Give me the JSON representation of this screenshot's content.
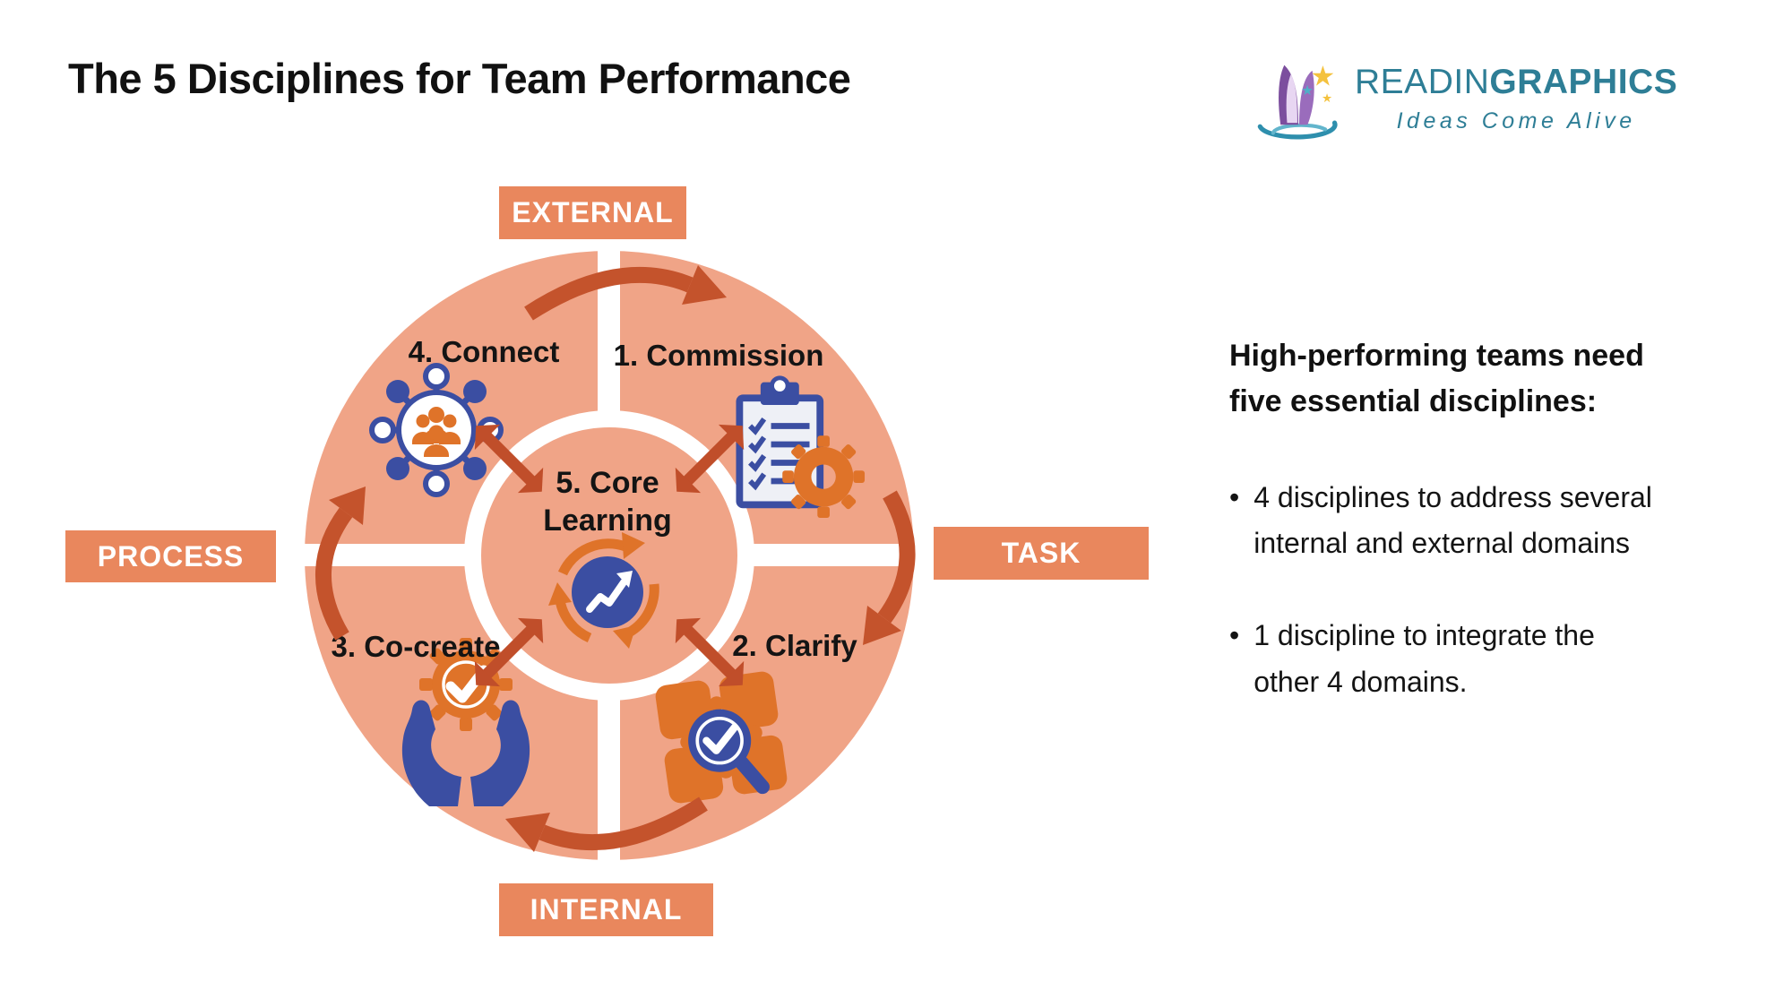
{
  "header": {
    "title": "The 5 Disciplines for Team Performance"
  },
  "logo": {
    "brand_regular": "READIN",
    "brand_bold": "GRAPHICS",
    "tagline": "Ideas Come Alive",
    "brand_color": "#2E7E96",
    "icon": "book-stars-logo-icon"
  },
  "diagram": {
    "center": {
      "label_line1": "5. Core",
      "label_line2": "Learning",
      "icon": "growth-cycle-icon"
    },
    "quadrants": [
      {
        "label": "1. Commission",
        "icon": "clipboard-checklist-gear-icon",
        "position": "top-right"
      },
      {
        "label": "2. Clarify",
        "icon": "puzzle-magnifier-check-icon",
        "position": "bottom-right"
      },
      {
        "label": "3. Co-create",
        "icon": "hands-holding-gear-check-icon",
        "position": "bottom-left"
      },
      {
        "label": "4. Connect",
        "icon": "people-network-icon",
        "position": "top-left"
      }
    ],
    "domain_labels": [
      {
        "label": "EXTERNAL",
        "position": "top"
      },
      {
        "label": "TASK",
        "position": "right"
      },
      {
        "label": "INTERNAL",
        "position": "bottom"
      },
      {
        "label": "PROCESS",
        "position": "left"
      }
    ],
    "colors": {
      "circle_fill": "#F0A487",
      "badge_fill": "#E9875D",
      "flow_arrow": "#C4532C",
      "link_arrow": "#C04E2A",
      "icon_blue": "#3B4EA2",
      "icon_orange": "#DF7329"
    }
  },
  "sidebar": {
    "bullet_glyph": "•",
    "heading": "High-performing teams need\nfive essential disciplines:",
    "bullets": [
      "4 disciplines to address several\ninternal and external domains",
      "1 discipline to integrate the\nother 4 domains."
    ]
  }
}
